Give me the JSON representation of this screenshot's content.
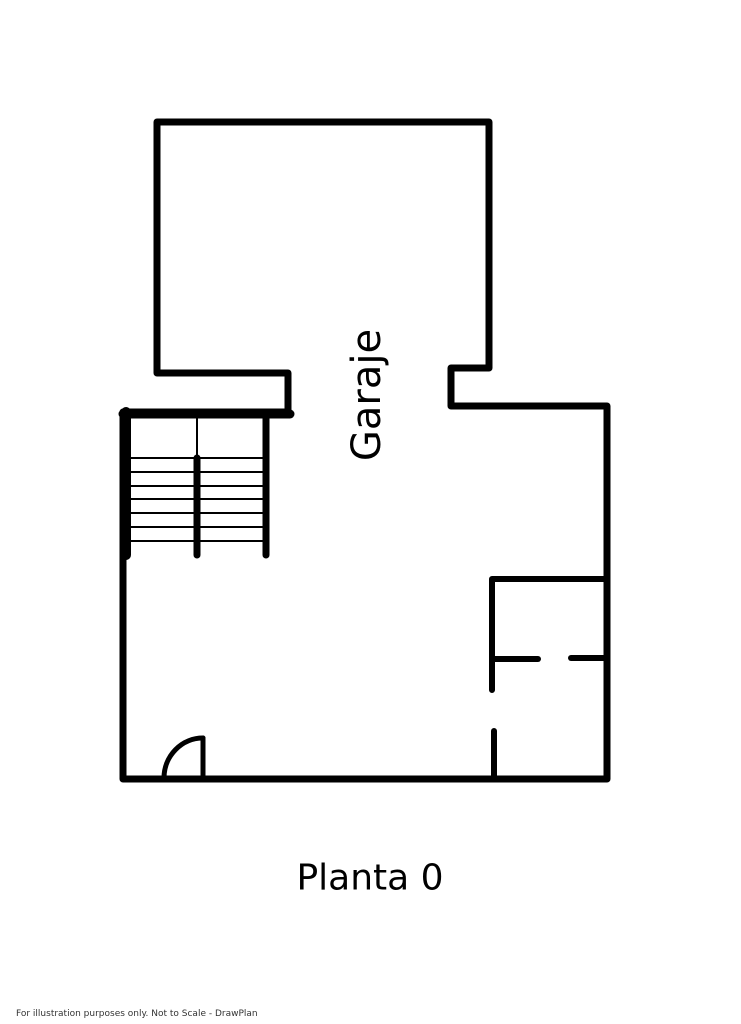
{
  "plan": {
    "room_label": "Garaje",
    "floor_label": "Planta 0",
    "footer": "For illustration purposes only. Not to Scale - DrawPlan",
    "wall_color": "#000000",
    "background": "#ffffff",
    "elements": [
      "exterior-walls",
      "staircase",
      "door-swing",
      "storage-room",
      "interior-partition"
    ]
  }
}
